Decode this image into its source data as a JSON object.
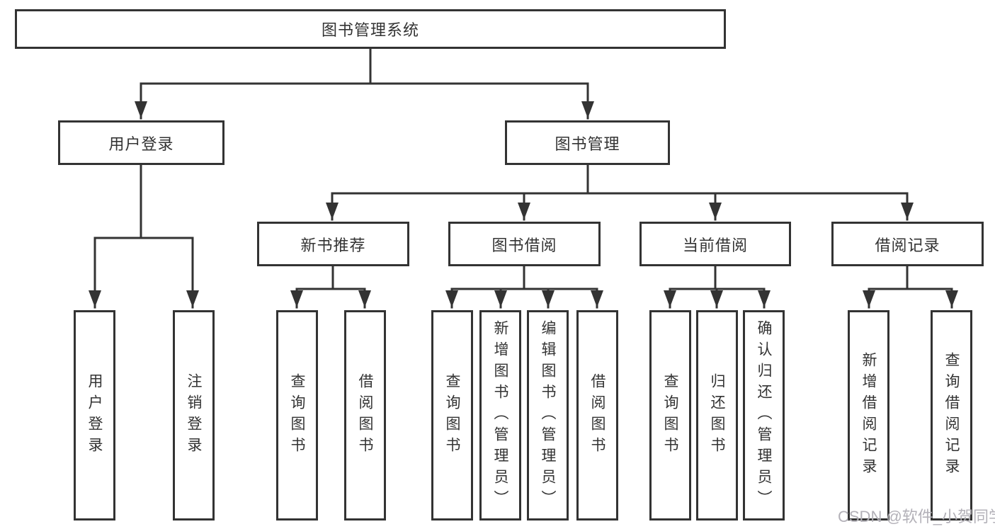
{
  "diagram": {
    "root": {
      "label": "图书管理系统"
    },
    "level2": [
      {
        "label": "用户登录"
      },
      {
        "label": "图书管理"
      }
    ],
    "level3": [
      {
        "label": "新书推荐"
      },
      {
        "label": "图书借阅"
      },
      {
        "label": "当前借阅"
      },
      {
        "label": "借阅记录"
      }
    ],
    "leaves": [
      {
        "label": "用户登录"
      },
      {
        "label": "注销登录"
      },
      {
        "label": "查询图书"
      },
      {
        "label": "借阅图书"
      },
      {
        "label": "查询图书"
      },
      {
        "label": "新增图书（管理员）"
      },
      {
        "label": "编辑图书（管理员）"
      },
      {
        "label": "借阅图书"
      },
      {
        "label": "查询图书"
      },
      {
        "label": "归还图书"
      },
      {
        "label": "确认归还（管理员）"
      },
      {
        "label": "新增借阅记录"
      },
      {
        "label": "查询借阅记录"
      }
    ],
    "colors": {
      "line": "#333333",
      "box_border": "#333333",
      "background": "#ffffff",
      "watermark": "#b3b1b8"
    }
  },
  "watermark": {
    "text": "CSDN @软件_小贺同学"
  }
}
